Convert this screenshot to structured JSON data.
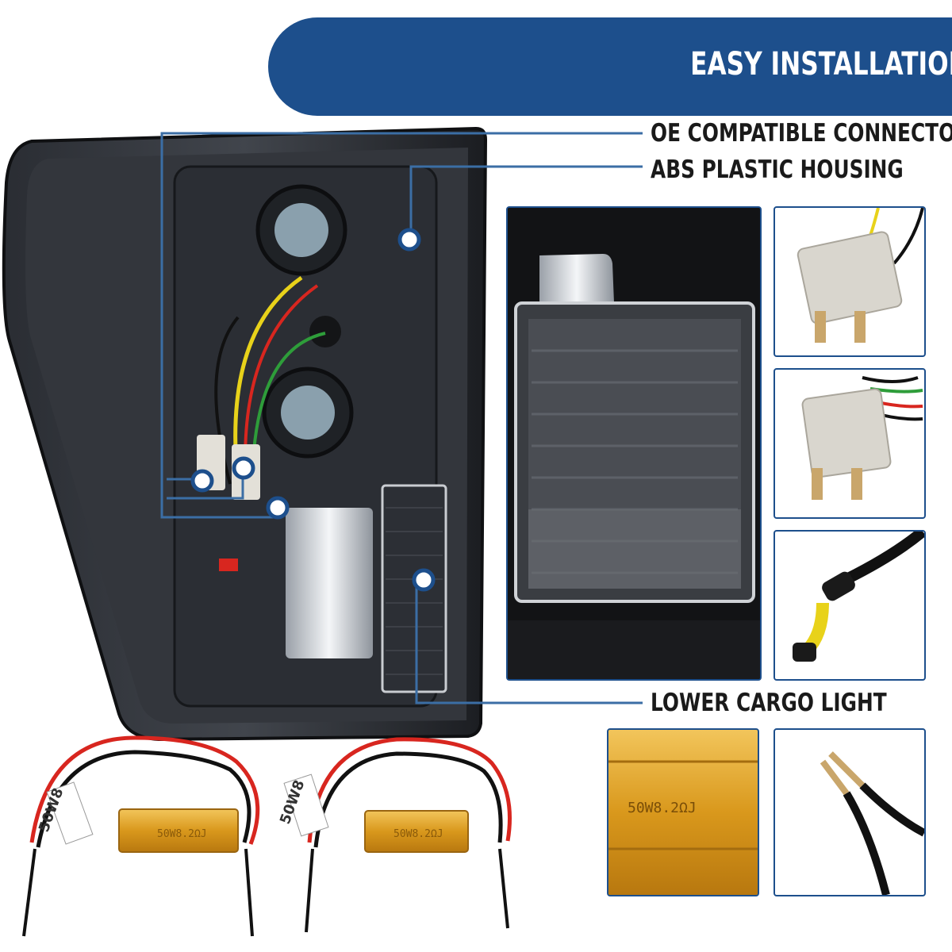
{
  "banner": {
    "title": "EASY INSTALLATION",
    "color": "#1d4f8c"
  },
  "callouts": {
    "oe_connectors": "OE COMPATIBLE CONNECTORS",
    "abs_housing": "ABS PLASTIC HOUSING",
    "cargo_light": "LOWER CARGO LIGHT"
  },
  "resistor_marking": "50W8.2ΩJ",
  "resistor_tag": "50W8",
  "accent_color": "#1d4f8c",
  "icons": [
    "callout-dot-icon"
  ]
}
